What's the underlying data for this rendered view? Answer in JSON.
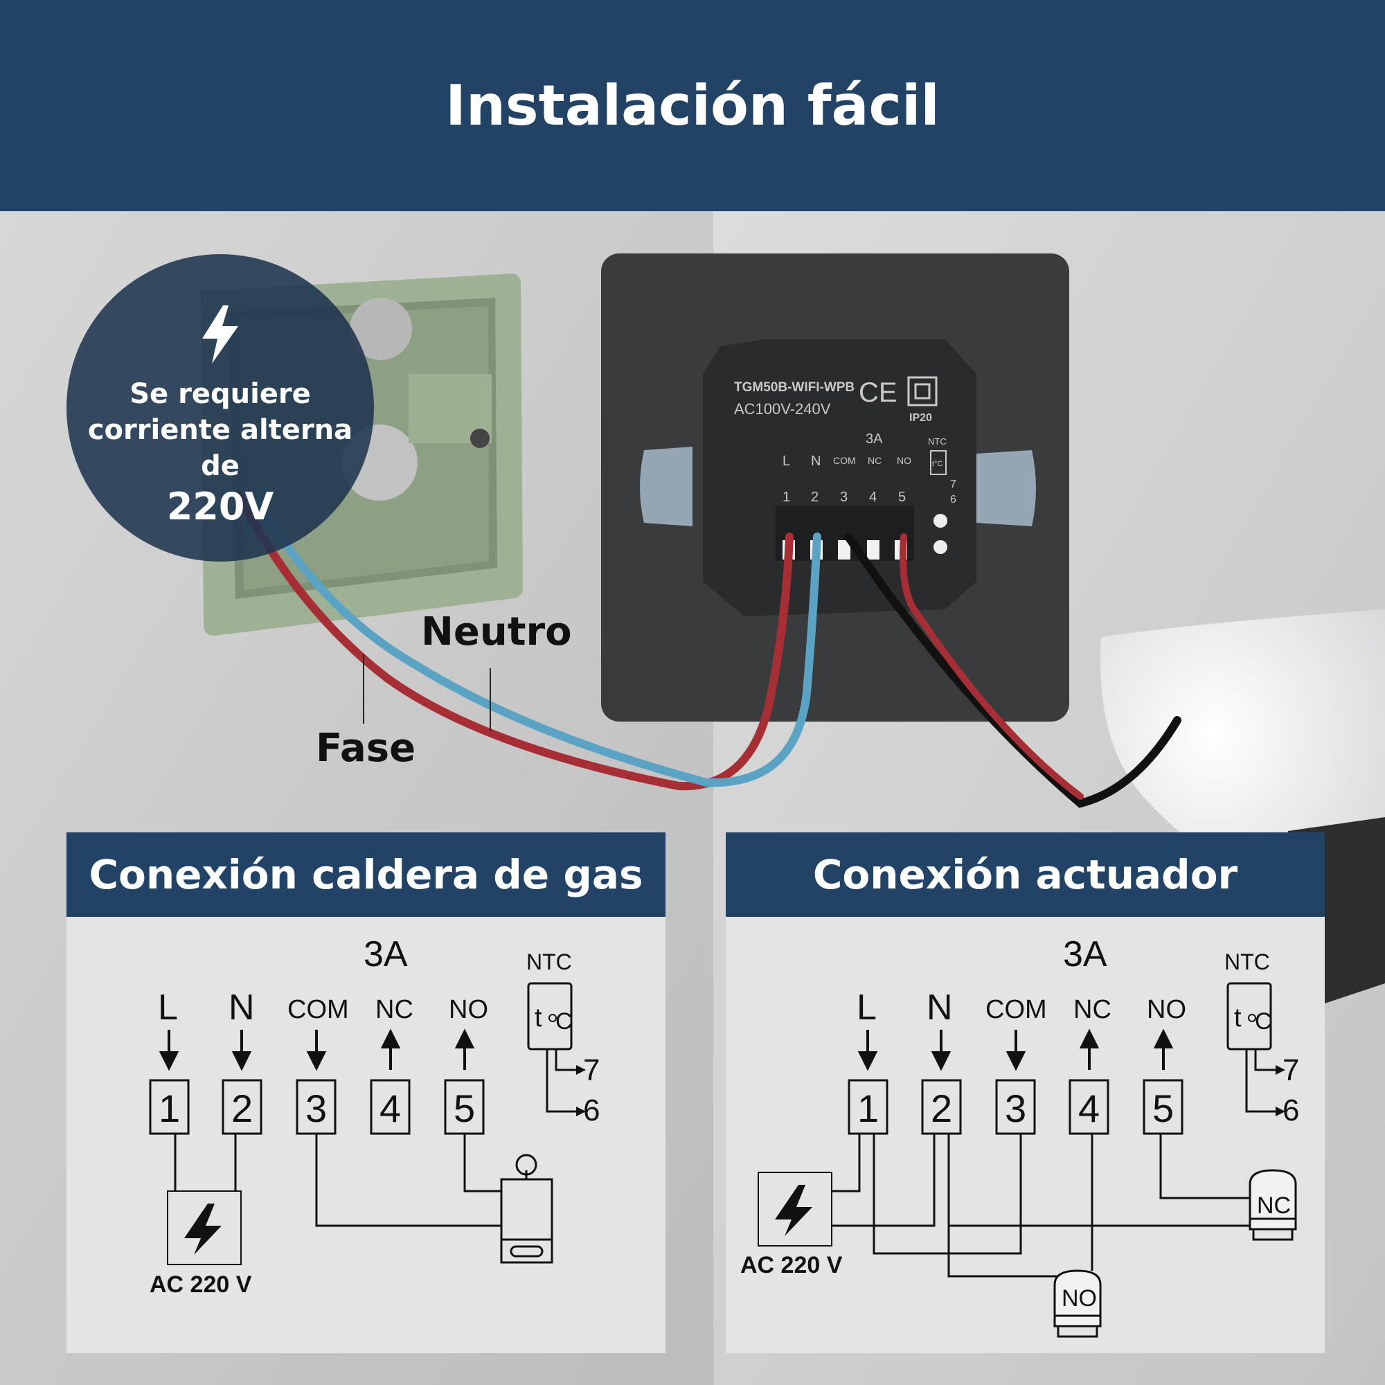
{
  "header": {
    "title": "Instalación fácil"
  },
  "badge": {
    "line1": "Se requiere",
    "line2": "corriente alterna de",
    "voltage": "220V"
  },
  "wire_labels": {
    "neutral": "Neutro",
    "phase": "Fase"
  },
  "device": {
    "model": "TGM50B-WIFI-WPB",
    "voltage": "AC100V-240V",
    "ce": "CE",
    "ip": "IP20",
    "current": "3A",
    "ntc": "NTC",
    "sensor": "t°C",
    "terminal_labels": [
      "L",
      "N",
      "COM",
      "NC",
      "NO"
    ],
    "terminal_numbers": [
      "1",
      "2",
      "3",
      "4",
      "5"
    ],
    "ntc_numbers": [
      "7",
      "6"
    ]
  },
  "panels": {
    "gas": {
      "title": "Conexión caldera de gas",
      "current": "3A",
      "ntc": "NTC",
      "sensor_t": "t",
      "sensor_c": "C",
      "terminal_labels": [
        "L",
        "N",
        "COM",
        "NC",
        "NO"
      ],
      "terminal_numbers": [
        "1",
        "2",
        "3",
        "4",
        "5"
      ],
      "ntc_numbers": [
        "7",
        "6"
      ],
      "power_label": "AC 220 V"
    },
    "actuator": {
      "title": "Conexión actuador",
      "current": "3A",
      "ntc": "NTC",
      "sensor_t": "t",
      "sensor_c": "C",
      "terminal_labels": [
        "L",
        "N",
        "COM",
        "NC",
        "NO"
      ],
      "terminal_numbers": [
        "1",
        "2",
        "3",
        "4",
        "5"
      ],
      "ntc_numbers": [
        "7",
        "6"
      ],
      "power_label": "AC 220 V",
      "actuator_nc": "NC",
      "actuator_no": "NO"
    }
  },
  "colors": {
    "navy": "#234366",
    "wire_red": "#b1313a",
    "wire_blue": "#5aa3c4",
    "box_green": "#9cad91",
    "device_dark": "#3a3b3d"
  }
}
